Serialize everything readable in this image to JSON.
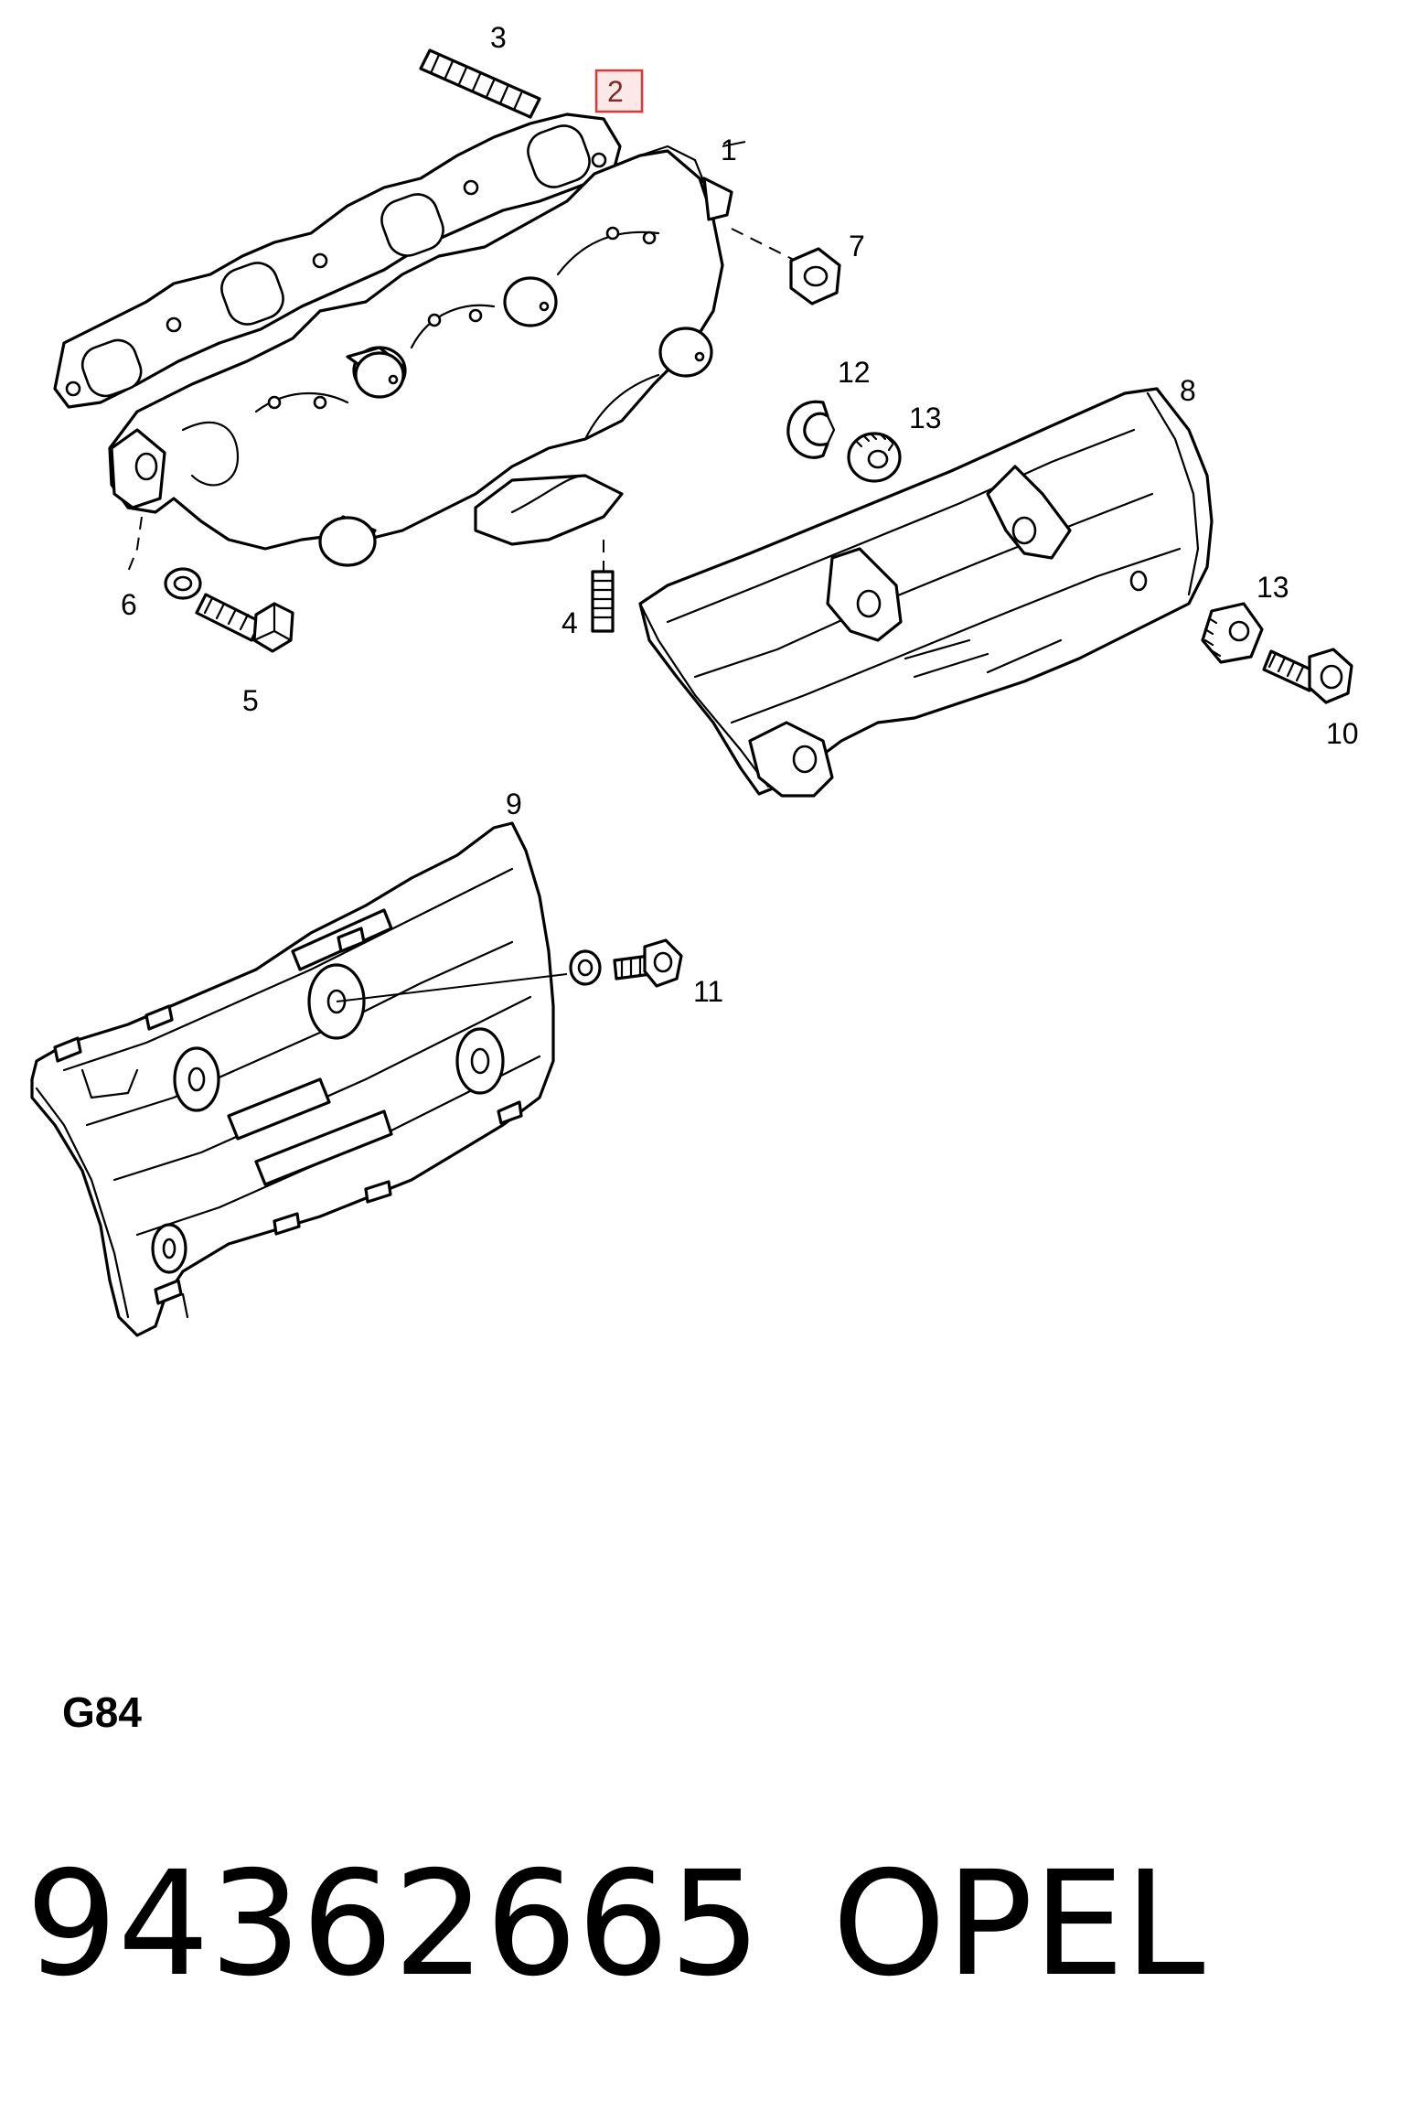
{
  "diagram": {
    "callouts": {
      "c1": "1",
      "c2": "2",
      "c3": "3",
      "c4": "4",
      "c5": "5",
      "c6": "6",
      "c7": "7",
      "c8": "8",
      "c9": "9",
      "c10": "10",
      "c11": "11",
      "c12": "12",
      "c13a": "13",
      "c13b": "13"
    },
    "highlighted_callout": "2",
    "highlight_color": "#d43a3a",
    "code": "G84"
  },
  "footer": {
    "part_number": "94362665",
    "brand": "OPEL"
  }
}
